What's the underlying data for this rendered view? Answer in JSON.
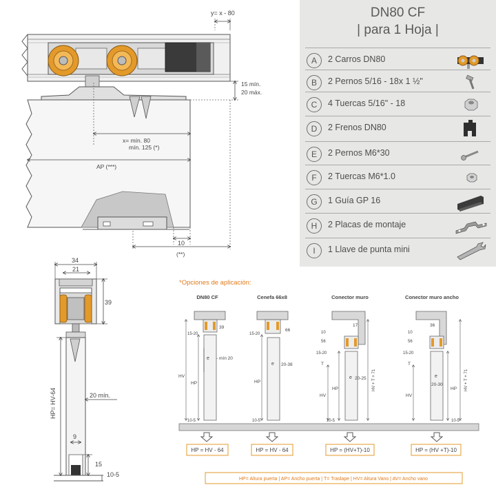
{
  "title_line1": "DN80 CF",
  "title_line2": "| para 1 Hoja |",
  "parts": [
    {
      "letter": "A",
      "text": "2 Carros DN80",
      "icon": "trolley-icon"
    },
    {
      "letter": "B",
      "text": "2 Pernos 5/16 - 18x 1 ½\"",
      "icon": "bolt-icon"
    },
    {
      "letter": "C",
      "text": "4 Tuercas 5/16\" - 18",
      "icon": "nut-icon"
    },
    {
      "letter": "D",
      "text": "2 Frenos DN80",
      "icon": "brake-icon"
    },
    {
      "letter": "E",
      "text": "2 Pernos M6*30",
      "icon": "screw-icon"
    },
    {
      "letter": "F",
      "text": "2 Tuercas M6*1.0",
      "icon": "small-nut-icon"
    },
    {
      "letter": "G",
      "text": "1 Guía GP 16",
      "icon": "floor-guide-icon"
    },
    {
      "letter": "H",
      "text": "2 Placas de montaje",
      "icon": "mounting-plate-icon"
    },
    {
      "letter": "I",
      "text": "1 Llave de punta mini",
      "icon": "wrench-icon"
    }
  ],
  "top_diagram": {
    "y_formula": "y= x - 80",
    "gap_min": "15 mín.",
    "gap_max": "20 máx.",
    "x_min_a": "x= mín. 80",
    "x_min_b": "mín. 125 (*)",
    "ap_label": "AP (***)",
    "dim_10": "10",
    "note_2": "(**)"
  },
  "side_section": {
    "w34": "34",
    "w21": "21",
    "h39": "39",
    "hp_formula": "HP= HV-64",
    "min20": "20 mín.",
    "w9": "9",
    "h15": "15",
    "gap_10_5": "10-5"
  },
  "options": {
    "heading": "*Opciones de aplicación:",
    "columns": [
      {
        "title": "DN80 CF",
        "formula": "HP = HV - 64"
      },
      {
        "title": "Cenefa 66x8",
        "formula": "HP = HV - 64"
      },
      {
        "title": "Conector muro",
        "formula": "HP = (HV+T)-10"
      },
      {
        "title": "Conector muro ancho",
        "formula": "HP = (HV +T)-10"
      }
    ],
    "labels": {
      "n39": "39",
      "n15_20": "15-20",
      "hv": "HV",
      "hp": "HP",
      "e": "e",
      "min20": "- mín 20",
      "n10_5": "10-5",
      "n66": "66",
      "n20_38": "20-38",
      "n17": "17",
      "n10": "10",
      "n56": "56",
      "t": "T",
      "n20_25": "20-25",
      "hvt71": "HV + T + 71",
      "n36": "36",
      "n20_30": "20-30"
    },
    "legend": "HP= Altura puerta | AP= Ancho puerta | T= Traslape | HV= Altura Vano | AV= Ancho vano"
  },
  "colors": {
    "panel_bg": "#e7e7e6",
    "orange": "#e39a2a",
    "accent_text": "#e07a1a",
    "line": "#555555"
  }
}
